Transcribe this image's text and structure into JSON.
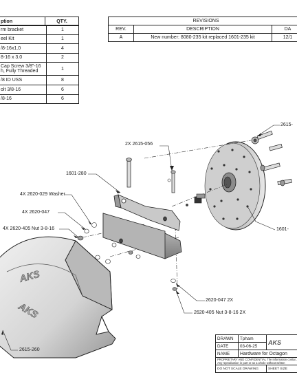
{
  "bom": {
    "headers": {
      "description": "ption",
      "qty": "QTY."
    },
    "rows": [
      {
        "description": "rm bracket",
        "qty": "1"
      },
      {
        "description": "eel Kit",
        "qty": "1"
      },
      {
        "description": "/8-16x1.0",
        "qty": "4"
      },
      {
        "description": "8-16 x 3.0",
        "qty": "2"
      },
      {
        "description": " Cap Screw 3/8\"-16",
        "description2": "h, Fully Threaded",
        "qty": "1"
      },
      {
        "description": "/8 ID USS",
        "qty": "8"
      },
      {
        "description": "olt 3/8-16",
        "qty": "6"
      },
      {
        "description": "/8-16",
        "qty": "6"
      }
    ]
  },
  "revisions": {
    "title": "REVISIONS",
    "headers": {
      "rev": "REV.",
      "description": "DESCRIPTION",
      "date": "DA"
    },
    "rows": [
      {
        "rev": "A",
        "description": "New number: 8080-235 kit replaced 1601-235 kit",
        "date": "12/1"
      }
    ]
  },
  "callouts": {
    "c2615_056": "2X 2615-056",
    "c1601_280": "1601-280",
    "c2620_029": "4X 2620-029 Washer",
    "c2620_047_left": "4X 2620-047",
    "c2620_405_left": "4X 2620-405 Nut 3-8-16",
    "c2615_top": "2615-",
    "c1601_right": "1601-",
    "c2620_047_2x": "2620-047  2X",
    "c2620_405_2x": "2620-405 Nut 3-8-16 2X",
    "c2615_260": "2615-260"
  },
  "titleblock": {
    "drawn_label": "DRAWN",
    "drawn_value": "Tpham",
    "date_label": "DATE",
    "date_value": "03-06-25",
    "name_label": "NAME",
    "name_value": "Hardware for Octagon",
    "logo_text": "AKS",
    "proprietary": "PROPRIETARY AND CONFIDENTIAL The information contai... Any reproduction in part or as a whole without written",
    "scale_note": "DO NOT SCALE DRAWING",
    "sheet": "SHEET SIZE"
  },
  "housing_logo": "AKS",
  "colors": {
    "line": "#222222",
    "part_fill": "#e2e2e2",
    "part_dark": "#8a8a8a"
  }
}
